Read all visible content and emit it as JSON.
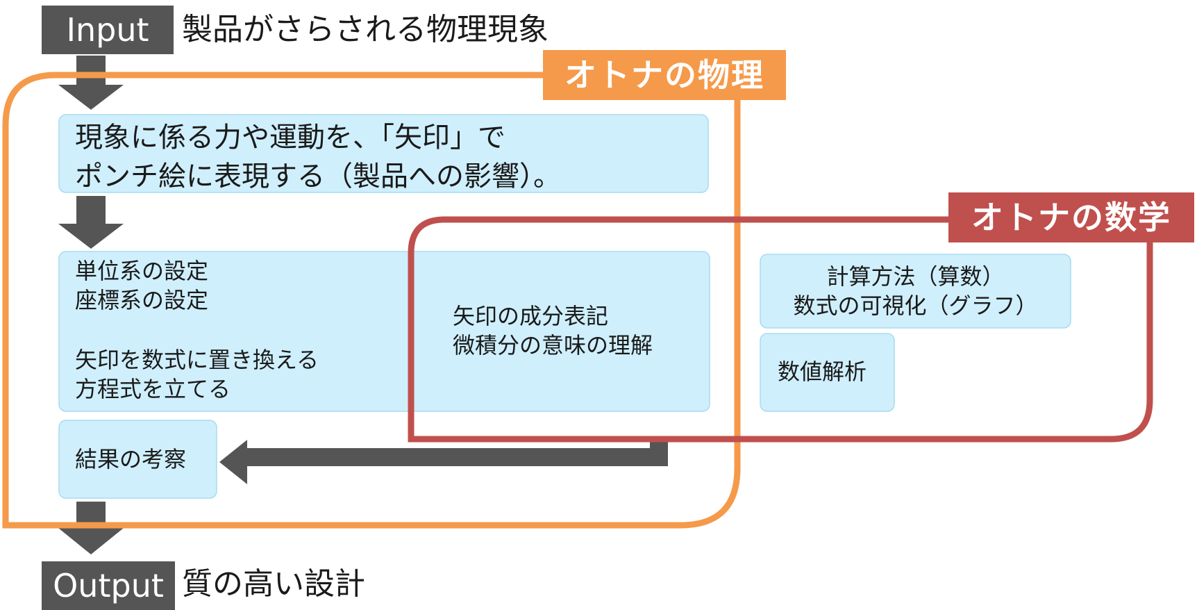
{
  "input": {
    "tag": "Input",
    "caption": "製品がさらされる物理現象"
  },
  "output": {
    "tag": "Output",
    "caption": "質の高い設計"
  },
  "physics_label": "オトナの物理",
  "math_label": "オトナの数学",
  "boxes": {
    "phenomenon": {
      "lines": [
        "現象に係る力や運動を、「矢印」で",
        "ポンチ絵に表現する（製品への影響）。"
      ]
    },
    "setup": {
      "lines": [
        "単位系の設定",
        "座標系の設定",
        "",
        "矢印を数式に置き換える",
        "方程式を立てる"
      ]
    },
    "vector": {
      "lines": [
        "矢印の成分表記",
        "微積分の意味の理解"
      ]
    },
    "result": {
      "lines": [
        "結果の考察"
      ]
    },
    "calc": {
      "lines": [
        "計算方法（算数）",
        "数式の可視化（グラフ）"
      ]
    },
    "numeric": {
      "lines": [
        "数値解析"
      ]
    }
  },
  "colors": {
    "physics": "#f59a4a",
    "math": "#c0504d",
    "arrow": "#555555",
    "box_fill": "#cfeffc",
    "box_border": "#a8dbf0"
  }
}
